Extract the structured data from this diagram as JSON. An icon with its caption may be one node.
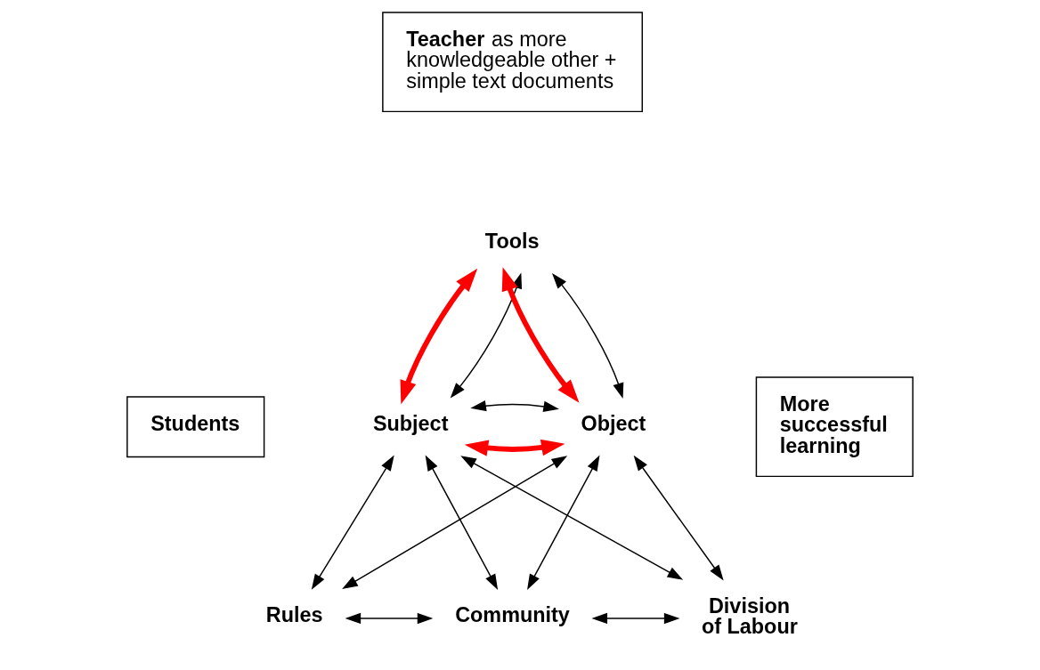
{
  "diagram": {
    "nodes": [
      {
        "text": [
          "**Teacher** as more knowledgeable other + simple text documents"
        ]
      },
      {
        "text": [
          "Tools"
        ]
      },
      {
        "text": [
          "Students"
        ]
      },
      {
        "text": [
          "Subject"
        ]
      },
      {
        "text": [
          "More successful learning"
        ]
      },
      {
        "text": [
          "Object"
        ]
      },
      {
        "text": [
          "Rules"
        ]
      },
      {
        "text": [
          "Community"
        ]
      },
      {
        "text": [
          "Division of Labour"
        ]
      }
    ],
    "edges": [
      {
        "from": 1,
        "to": 3,
        "arrow": "both",
        "style": "thick",
        "color": "#ff0000"
      },
      {
        "from": 1,
        "to": 5,
        "arrow": "both",
        "style": "thick",
        "color": "#ff0000"
      },
      {
        "from": 3,
        "to": 5,
        "arrow": "both",
        "style": "thick",
        "color": "#ff0000"
      },
      {
        "from": 1,
        "to": 3,
        "arrow": "both"
      },
      {
        "from": 1,
        "to": 5,
        "arrow": "both"
      },
      {
        "from": 3,
        "to": 5,
        "arrow": "both"
      },
      {
        "from": 3,
        "to": 6,
        "arrow": "both"
      },
      {
        "from": 3,
        "to": 7,
        "arrow": "both"
      },
      {
        "from": 3,
        "to": 8,
        "arrow": "both"
      },
      {
        "from": 5,
        "to": 6,
        "arrow": "both"
      },
      {
        "from": 5,
        "to": 7,
        "arrow": "both"
      },
      {
        "from": 5,
        "to": 8,
        "arrow": "both"
      },
      {
        "from": 6,
        "to": 7,
        "arrow": "both"
      },
      {
        "from": 7,
        "to": 8,
        "arrow": "both"
      }
    ]
  }
}
